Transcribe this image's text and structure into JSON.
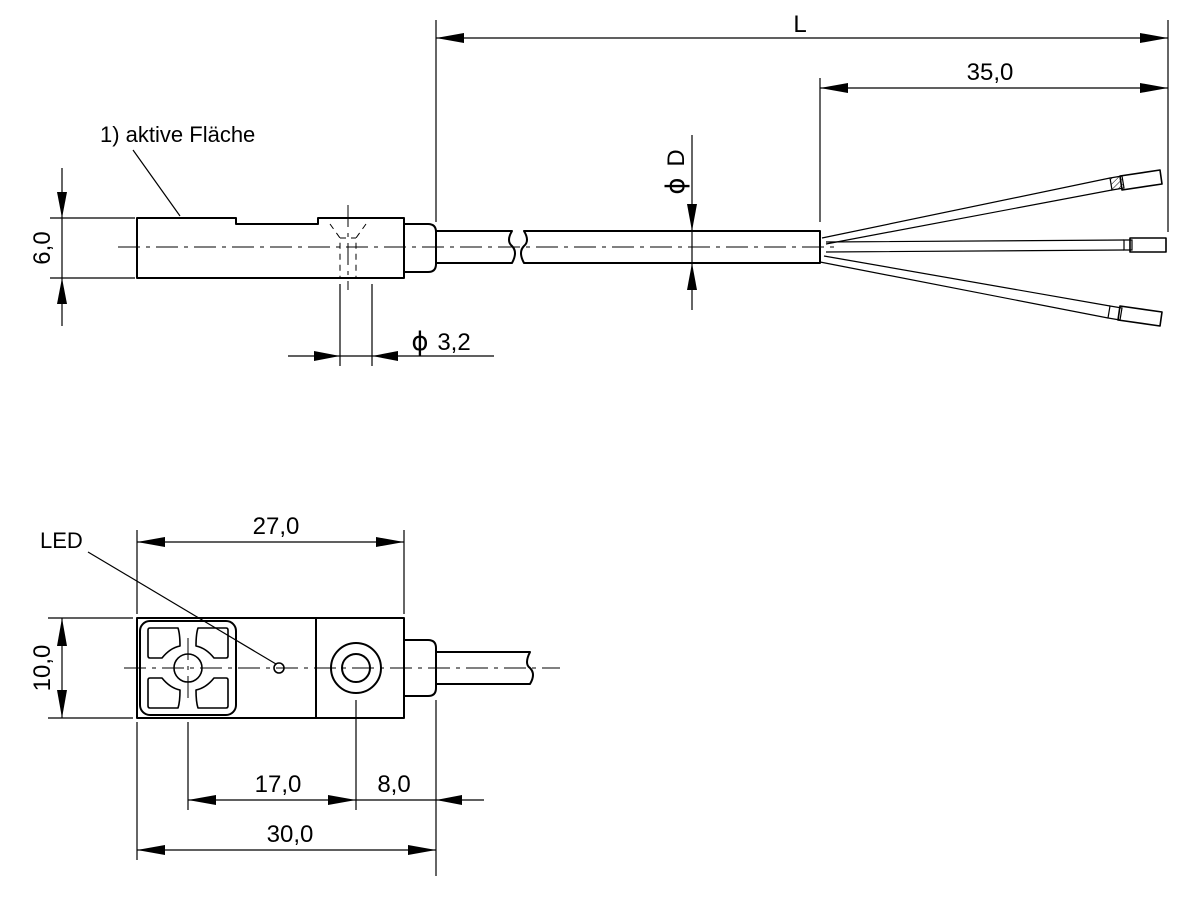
{
  "labels": {
    "length_L": "L",
    "strip_length": "35,0",
    "cable_diameter": "D",
    "active_face": "1) aktive Fläche",
    "height": "6,0",
    "hole_diameter": "3,2",
    "led": "LED",
    "body_length": "27,0",
    "width": "10,0",
    "hole_distance": "17,0",
    "hole_to_end": "8,0",
    "total_length": "30,0"
  },
  "symbols": {
    "diameter": "ϕ"
  }
}
